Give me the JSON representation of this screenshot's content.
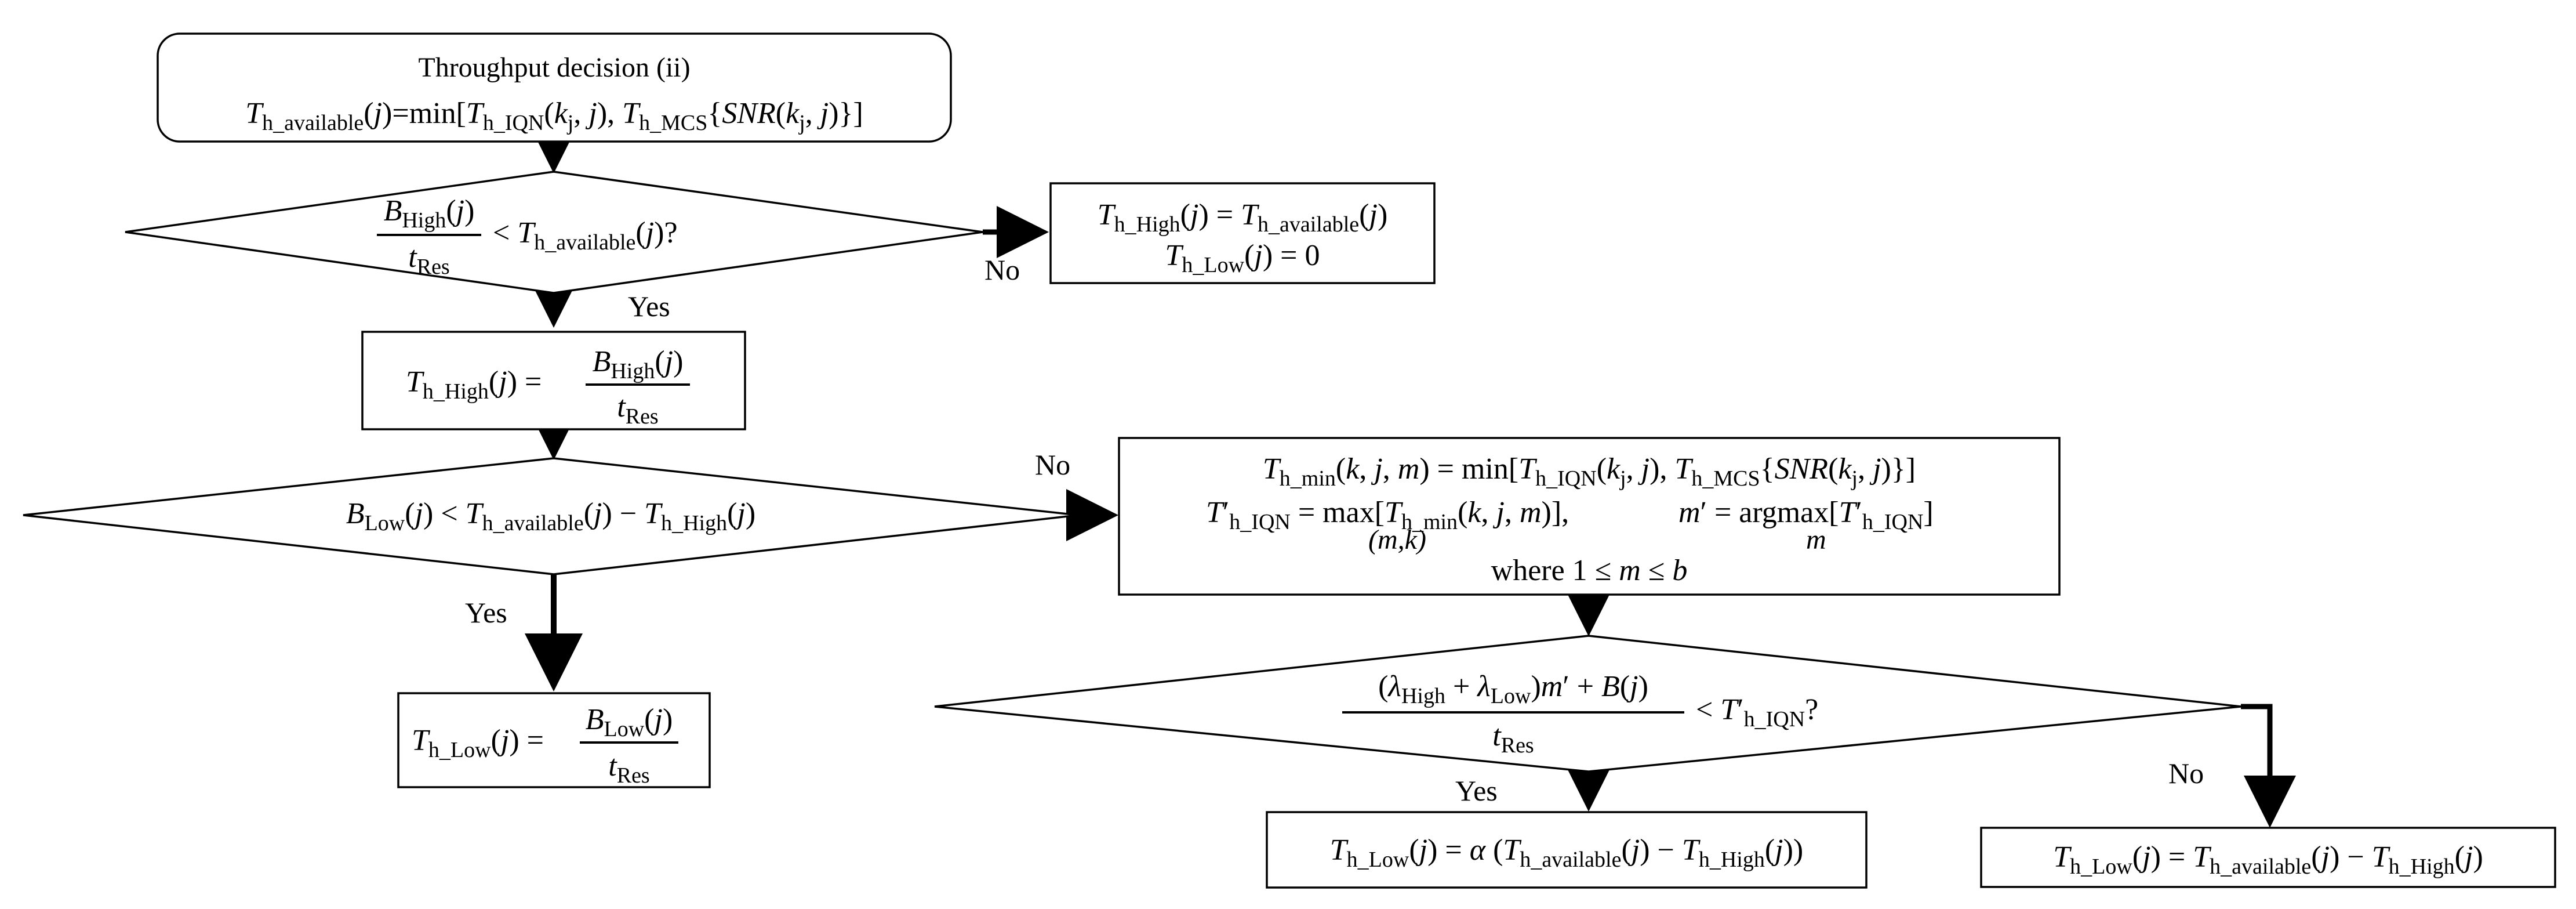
{
  "nodes": {
    "throughput_box": {
      "title": "Throughput decision (ii)",
      "formula": "T_h_available(j)=min[T_h_IQN(k_j, j), T_h_MCS{SNR(k_j, j)}]"
    },
    "decision_high": {
      "numerator": "B_High(j)",
      "denominator": "t_Res",
      "rhs": "< T_h_available(j)?"
    },
    "no_box_high": {
      "line1": "T_h_High(j) = T_h_available(j)",
      "line2": "T_h_Low(j) = 0"
    },
    "high_box": {
      "lhs": "T_h_High(j) =",
      "numerator": "B_High(j)",
      "denominator": "t_Res"
    },
    "decision_low": {
      "text": "B_Low(j) < T_h_available(j) − T_h_High(j)"
    },
    "low_box": {
      "lhs": "T_h_Low(j) =",
      "numerator": "B_Low(j)",
      "denominator": "t_Res"
    },
    "min_box": {
      "line1": "T_h_min(k, j, m) = min[T_h_IQN(k_j, j), T_h_MCS{SNR(k_j, j)}]",
      "line2a": "T′_h_IQN = max_(m,k)[T_h_min(k, j, m)],",
      "line2b": "m′ = argmax_m[T′_h_IQN]",
      "line3": "where 1 ≤ m ≤ b"
    },
    "decision_lambda": {
      "numerator": "(λ_High + λ_Low)m′ + B(j)",
      "denominator": "t_Res",
      "rhs": "< T′_h_IQN?"
    },
    "alpha_box": {
      "text": "T_h_Low(j) = α (T_h_available(j) − T_h_High(j))"
    },
    "remainder_box": {
      "text": "T_h_Low(j) = T_h_available(j) − T_h_High(j)"
    }
  },
  "edge_labels": {
    "no_1": "No",
    "yes_1": "Yes",
    "no_2": "No",
    "yes_2": "Yes",
    "yes_3": "Yes",
    "no_3": "No"
  }
}
